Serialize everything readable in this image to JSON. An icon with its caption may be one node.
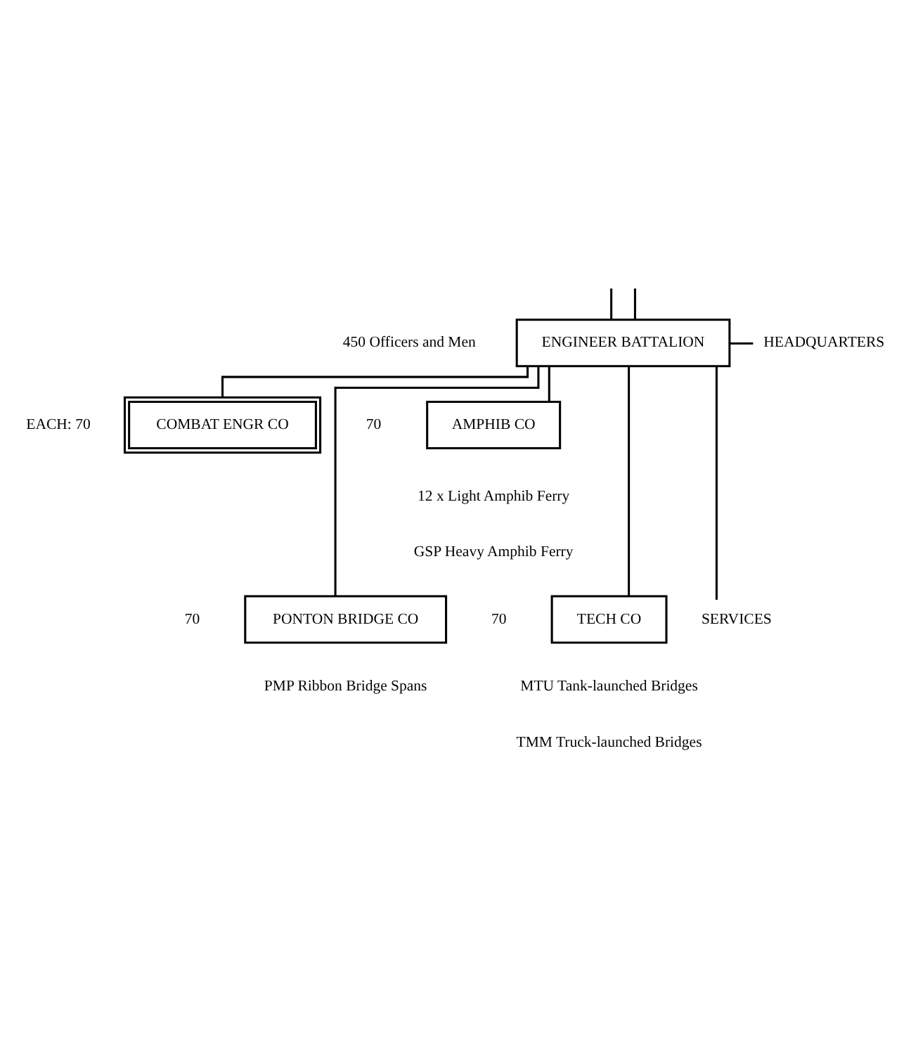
{
  "diagram": {
    "nodes": [
      {
        "text": [
          "ENGINEER BATTALION"
        ],
        "beside": [
          "450 Officers and Men"
        ]
      },
      {
        "text": [
          "HEADQUARTERS"
        ]
      },
      {
        "text": [
          "COMBAT ENGR CO"
        ],
        "beside": [
          "EACH: 70"
        ]
      },
      {
        "text": [
          "AMPHIB CO"
        ],
        "beside": [
          "70",
          "12 x Light Amphib Ferry",
          "GSP Heavy Amphib Ferry"
        ]
      },
      {
        "text": [
          "PONTON BRIDGE CO"
        ],
        "beside": [
          "70",
          "PMP Ribbon Bridge Spans"
        ]
      },
      {
        "text": [
          "TECH CO"
        ],
        "beside": [
          "70",
          "MTU Tank-launched Bridges",
          "TMM Truck-launched Bridges"
        ]
      },
      {
        "text": [
          "SERVICES"
        ]
      }
    ],
    "edges": [
      {
        "from": null,
        "to": 0,
        "arrow": "none"
      },
      {
        "from": null,
        "to": 0,
        "arrow": "none"
      },
      {
        "from": 0,
        "to": 1,
        "arrow": "none"
      },
      {
        "from": 0,
        "to": 2,
        "arrow": "none"
      },
      {
        "from": 0,
        "to": 3,
        "arrow": "none"
      },
      {
        "from": 0,
        "to": 4,
        "arrow": "none"
      },
      {
        "from": 0,
        "to": 5,
        "arrow": "none"
      },
      {
        "from": 0,
        "to": 6,
        "arrow": "none"
      }
    ]
  }
}
